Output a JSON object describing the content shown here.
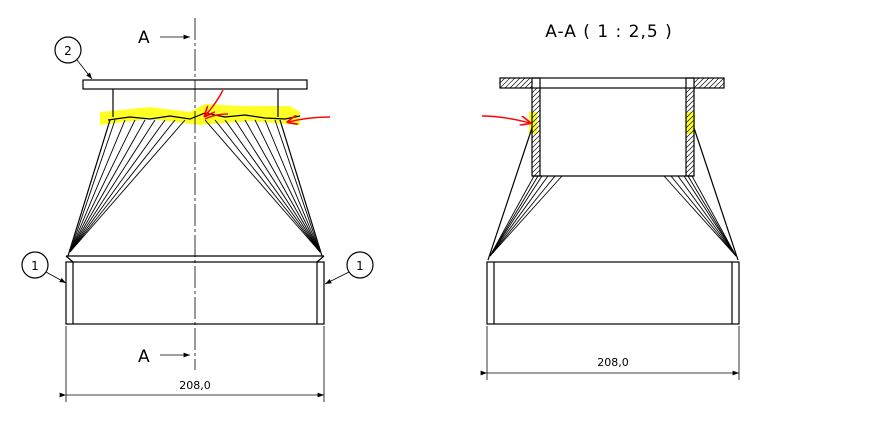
{
  "front_view": {
    "section_label_top": "A",
    "section_label_bottom": "A",
    "dimension": "208,0",
    "balloons": {
      "part_2": "2",
      "part_1_left": "1",
      "part_1_right": "1"
    }
  },
  "section_view": {
    "title": "A-A ( 1 : 2,5 )",
    "dimension": "208,0"
  },
  "colors": {
    "markup_red": "#ff0000",
    "highlight_yellow": "#ffff00",
    "line": "#000000"
  }
}
